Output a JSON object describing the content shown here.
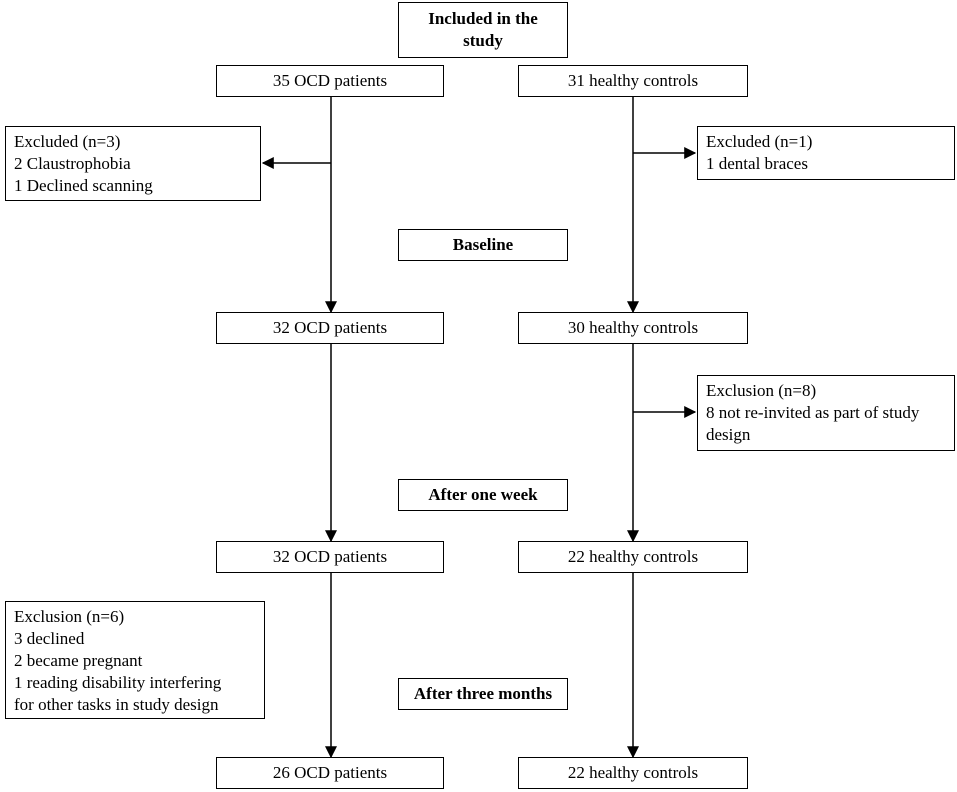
{
  "top": {
    "line1": "Included in the",
    "line2": "study"
  },
  "ocd": {
    "start": "35 OCD patients",
    "baseline": "32 OCD patients",
    "week": "32 OCD patients",
    "months": "26 OCD patients"
  },
  "hc": {
    "start": "31 healthy controls",
    "baseline": "30 healthy controls",
    "week": "22 healthy controls",
    "months": "22 healthy controls"
  },
  "phases": {
    "baseline": "Baseline",
    "week": "After one week",
    "months": "After three months"
  },
  "excl_ocd_1": {
    "lines": [
      "Excluded (n=3)",
      "2 Claustrophobia",
      "1 Declined scanning"
    ]
  },
  "excl_hc_1": {
    "lines": [
      "Excluded (n=1)",
      "1 dental braces"
    ]
  },
  "excl_hc_2": {
    "lines": [
      "Exclusion (n=8)",
      "8 not re-invited as part of study",
      "design"
    ]
  },
  "excl_ocd_2": {
    "lines": [
      "Exclusion (n=6)",
      "3 declined",
      "2 became pregnant",
      "1 reading disability interfering",
      "for other tasks in study design"
    ]
  }
}
